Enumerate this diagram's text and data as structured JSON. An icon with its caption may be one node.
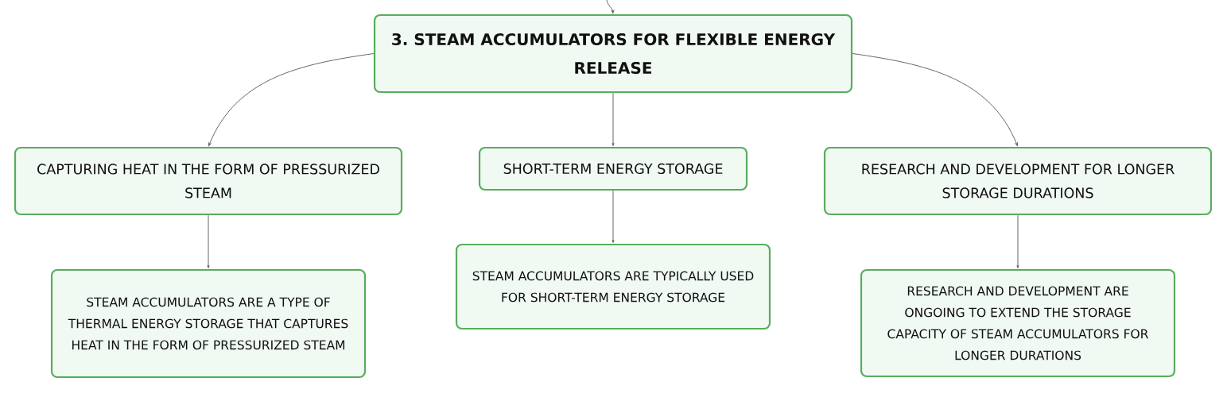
{
  "diagram": {
    "nodes": [
      {
        "text": [
          "3. STEAM ACCUMULATORS FOR FLEXIBLE ENERGY RELEASE"
        ]
      },
      {
        "text": [
          "CAPTURING HEAT IN THE FORM OF PRESSURIZED STEAM"
        ]
      },
      {
        "text": [
          "SHORT-TERM ENERGY STORAGE"
        ]
      },
      {
        "text": [
          "RESEARCH AND DEVELOPMENT FOR LONGER STORAGE DURATIONS"
        ]
      },
      {
        "text": [
          "STEAM ACCUMULATORS ARE A TYPE OF THERMAL ENERGY STORAGE THAT CAPTURES HEAT IN THE FORM OF PRESSURIZED STEAM"
        ]
      },
      {
        "text": [
          "STEAM ACCUMULATORS ARE TYPICALLY USED FOR SHORT-TERM ENERGY STORAGE"
        ]
      },
      {
        "text": [
          "RESEARCH AND DEVELOPMENT ARE ONGOING TO EXTEND THE STORAGE CAPACITY OF STEAM ACCUMULATORS FOR LONGER DURATIONS"
        ]
      }
    ],
    "edges": [
      {
        "from": null,
        "to": 0,
        "arrow": "to"
      },
      {
        "from": 0,
        "to": 1,
        "arrow": "to"
      },
      {
        "from": 0,
        "to": 2,
        "arrow": "to"
      },
      {
        "from": 0,
        "to": 3,
        "arrow": "to"
      },
      {
        "from": 1,
        "to": 4,
        "arrow": "to"
      },
      {
        "from": 2,
        "to": 5,
        "arrow": "to"
      },
      {
        "from": 3,
        "to": 6,
        "arrow": "to"
      }
    ]
  }
}
